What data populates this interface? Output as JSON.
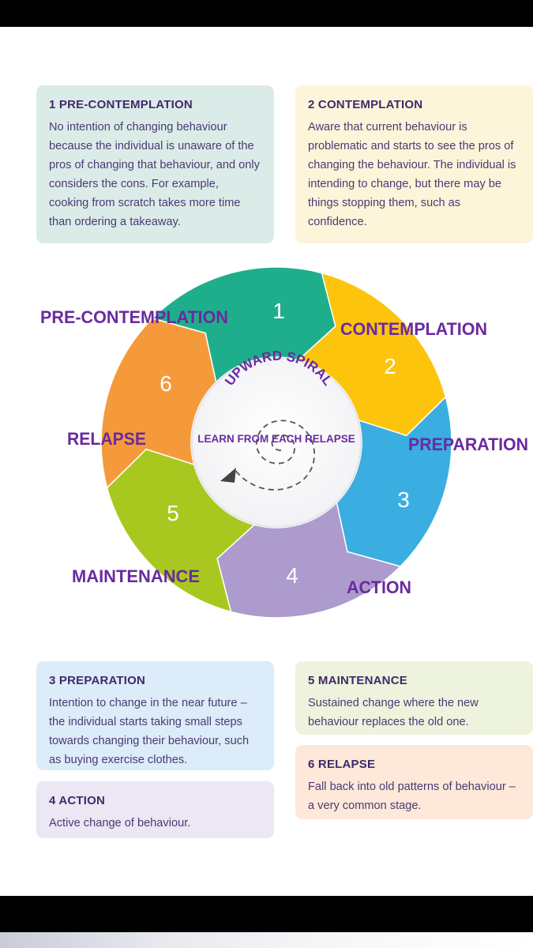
{
  "cards": [
    {
      "title": "1 PRE-CONTEMPLATION",
      "text": "No intention of changing behaviour because the individual is unaware of the pros of changing that behaviour, and only considers the cons. For example, cooking from scratch takes more time than ordering a takeaway."
    },
    {
      "title": "2 CONTEMPLATION",
      "text": "Aware that current behaviour is problematic and starts to see the pros of changing the behaviour. The individual is intending to change, but there may be things stopping them, such as confidence."
    },
    {
      "title": "3 PREPARATION",
      "text": "Intention to change in the near future – the individual starts taking small steps towards changing their behaviour, such as buying exercise clothes."
    },
    {
      "title": "4 ACTION",
      "text": "Active change of behaviour."
    },
    {
      "title": "5 MAINTENANCE",
      "text": "Sustained change where the new behaviour replaces the old one."
    },
    {
      "title": "6 RELAPSE",
      "text": "Fall back into old patterns of behaviour – a very common stage."
    }
  ],
  "wheel": {
    "center_arc_text": "UPWARD SPIRAL",
    "center_text": "LEARN FROM EACH RELAPSE",
    "stages": [
      {
        "number": "1",
        "label": "PRE-CONTEMPLATION",
        "color": "#1fae8c"
      },
      {
        "number": "2",
        "label": "CONTEMPLATION",
        "color": "#fcc40d"
      },
      {
        "number": "3",
        "label": "PREPARATION",
        "color": "#3aaee0"
      },
      {
        "number": "4",
        "label": "ACTION",
        "color": "#ac9bcc"
      },
      {
        "number": "5",
        "label": "MAINTENANCE",
        "color": "#a8c820"
      },
      {
        "number": "6",
        "label": "RELAPSE",
        "color": "#f59a3a"
      }
    ],
    "label_color": "#6a2aa0",
    "center_text_color": "#6a2aa0"
  }
}
